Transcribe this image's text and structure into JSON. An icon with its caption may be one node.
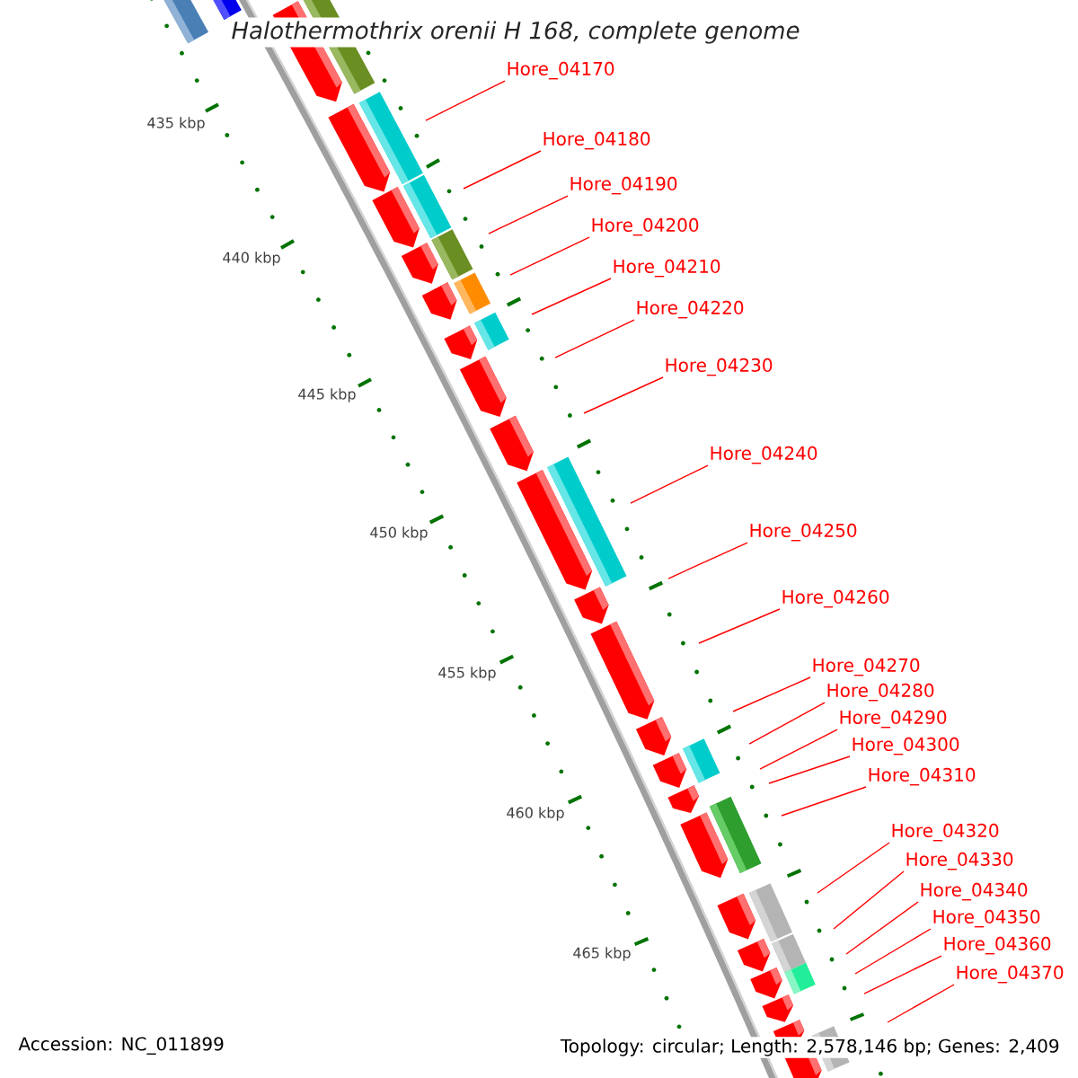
{
  "diagram": {
    "title": "Halothermothrix orenii H 168, complete genome",
    "nodes": [
      {
        "text": [
          "Hore_04170"
        ]
      },
      {
        "text": [
          "Hore_04180"
        ]
      },
      {
        "text": [
          "Hore_04190"
        ]
      },
      {
        "text": [
          "Hore_04200"
        ]
      },
      {
        "text": [
          "Hore_04210"
        ]
      },
      {
        "text": [
          "Hore_04220"
        ]
      },
      {
        "text": [
          "Hore_04230"
        ]
      },
      {
        "text": [
          "Hore_04240"
        ]
      },
      {
        "text": [
          "Hore_04250"
        ]
      },
      {
        "text": [
          "Hore_04260"
        ]
      },
      {
        "text": [
          "Hore_04270"
        ]
      },
      {
        "text": [
          "Hore_04280"
        ]
      },
      {
        "text": [
          "Hore_04290"
        ]
      },
      {
        "text": [
          "Hore_04300"
        ]
      },
      {
        "text": [
          "Hore_04310"
        ]
      },
      {
        "text": [
          "Hore_04320"
        ]
      },
      {
        "text": [
          "Hore_04330"
        ]
      },
      {
        "text": [
          "Hore_04340"
        ]
      },
      {
        "text": [
          "Hore_04350"
        ]
      },
      {
        "text": [
          "Hore_04360"
        ]
      },
      {
        "text": [
          "Hore_04370"
        ]
      }
    ],
    "edges": [
      {
        "from": 0,
        "to": null,
        "arrow": "none"
      },
      {
        "from": 1,
        "to": null,
        "arrow": "none"
      },
      {
        "from": 2,
        "to": null,
        "arrow": "none"
      },
      {
        "from": 3,
        "to": null,
        "arrow": "none"
      },
      {
        "from": 4,
        "to": null,
        "arrow": "none"
      },
      {
        "from": 5,
        "to": null,
        "arrow": "none"
      },
      {
        "from": 6,
        "to": null,
        "arrow": "none"
      },
      {
        "from": 7,
        "to": null,
        "arrow": "none"
      },
      {
        "from": 8,
        "to": null,
        "arrow": "none"
      },
      {
        "from": 9,
        "to": null,
        "arrow": "none"
      },
      {
        "from": 10,
        "to": null,
        "arrow": "none"
      },
      {
        "from": 11,
        "to": null,
        "arrow": "none"
      },
      {
        "from": 12,
        "to": null,
        "arrow": "none"
      },
      {
        "from": 13,
        "to": null,
        "arrow": "none"
      },
      {
        "from": 14,
        "to": null,
        "arrow": "none"
      },
      {
        "from": 15,
        "to": null,
        "arrow": "none"
      },
      {
        "from": 16,
        "to": null,
        "arrow": "none"
      },
      {
        "from": 17,
        "to": null,
        "arrow": "none"
      },
      {
        "from": 18,
        "to": null,
        "arrow": "none"
      },
      {
        "from": 19,
        "to": null,
        "arrow": "none"
      },
      {
        "from": 20,
        "to": null,
        "arrow": "none"
      }
    ],
    "labels": [
      "435 kbp",
      "440 kbp",
      "445 kbp",
      "450 kbp",
      "455 kbp",
      "460 kbp",
      "465 kbp",
      "Accession: NC_011899",
      "Topology: circular; Length: 2,578,146 bp; Genes: 2,409"
    ]
  }
}
